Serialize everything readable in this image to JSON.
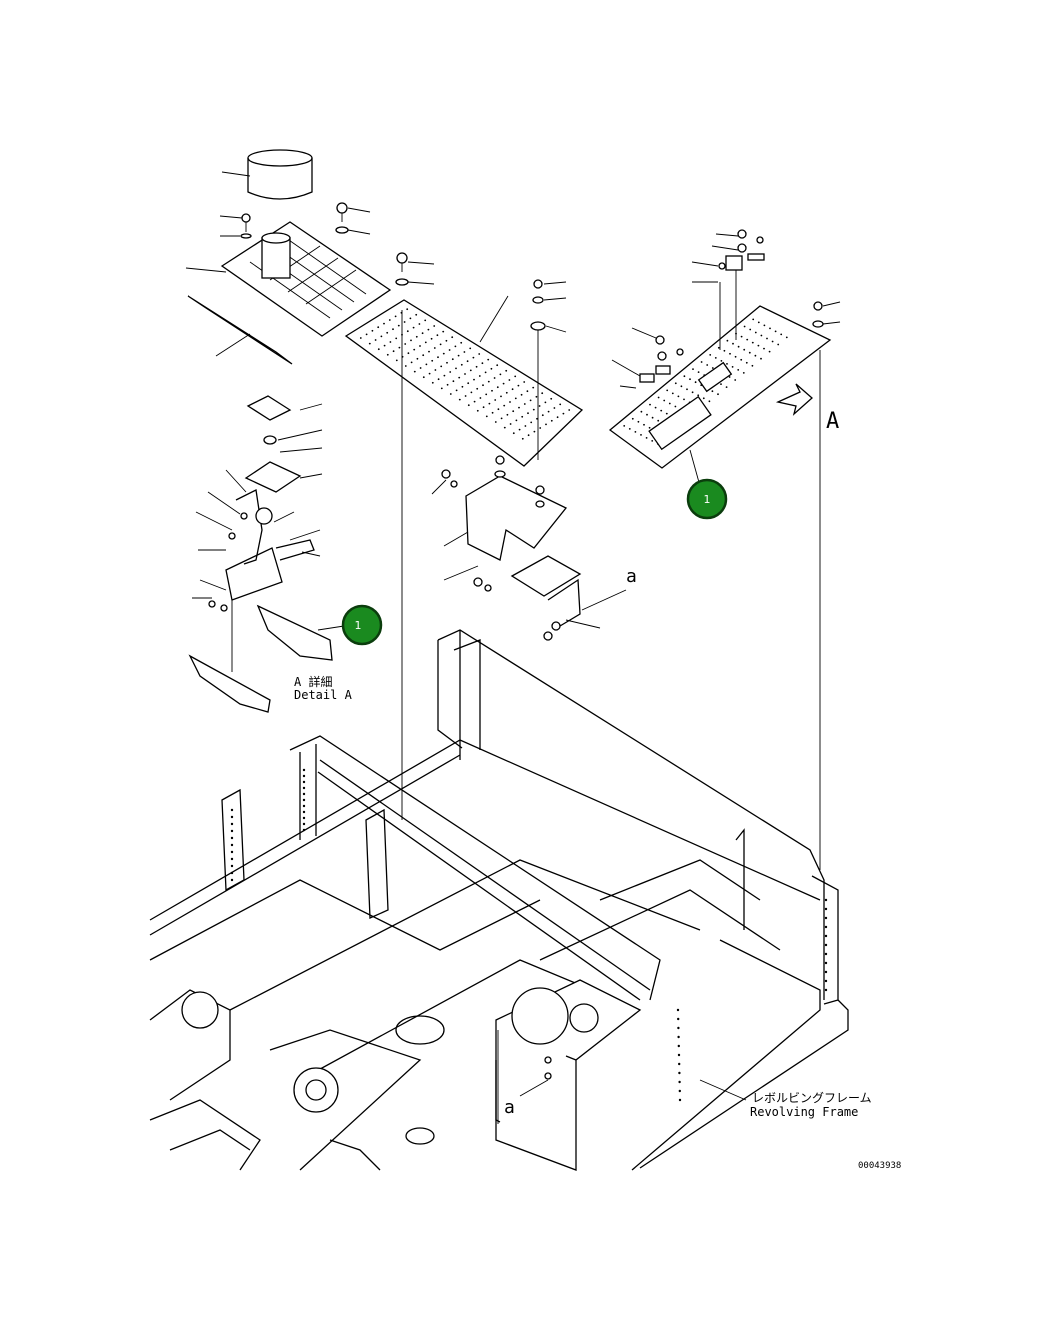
{
  "diagram": {
    "callouts": [
      "1",
      "1"
    ],
    "view_letter": "A",
    "ref_letter": "a",
    "detail_label_jp": "A 詳細",
    "detail_label_en": "Detail A",
    "frame_label_jp": "レボルビングフレーム",
    "frame_label_en": "Revolving Frame",
    "drawing_number": "00043938",
    "badge_color": "#1a8a1f"
  }
}
